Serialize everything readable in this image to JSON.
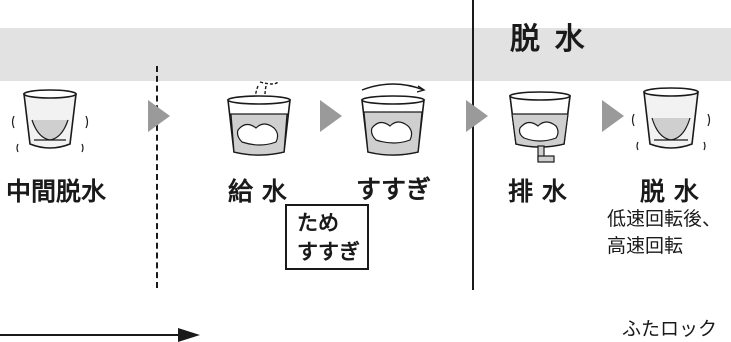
{
  "header": {
    "title": "脱 水"
  },
  "steps": [
    {
      "label": "中間脱水",
      "icon": "spin-tub-icon"
    },
    {
      "label": "給 水",
      "icon": "water-supply-tub-icon"
    },
    {
      "label": "すすぎ",
      "icon": "rinse-tub-icon"
    },
    {
      "label": "排 水",
      "icon": "drain-tub-icon"
    },
    {
      "label": "脱 水",
      "icon": "spin-tub-icon",
      "note_lines": [
        "低速回転後、",
        "高速回転"
      ]
    }
  ],
  "tame_susugi": {
    "line1": "ため",
    "line2": "すすぎ"
  },
  "footer": {
    "lid_lock": "ふたロック"
  },
  "colors": {
    "header_band": "#e2e2e2",
    "arrow": "#9a9a9a",
    "water": "#cfcfcf",
    "line": "#1a1a1a"
  }
}
